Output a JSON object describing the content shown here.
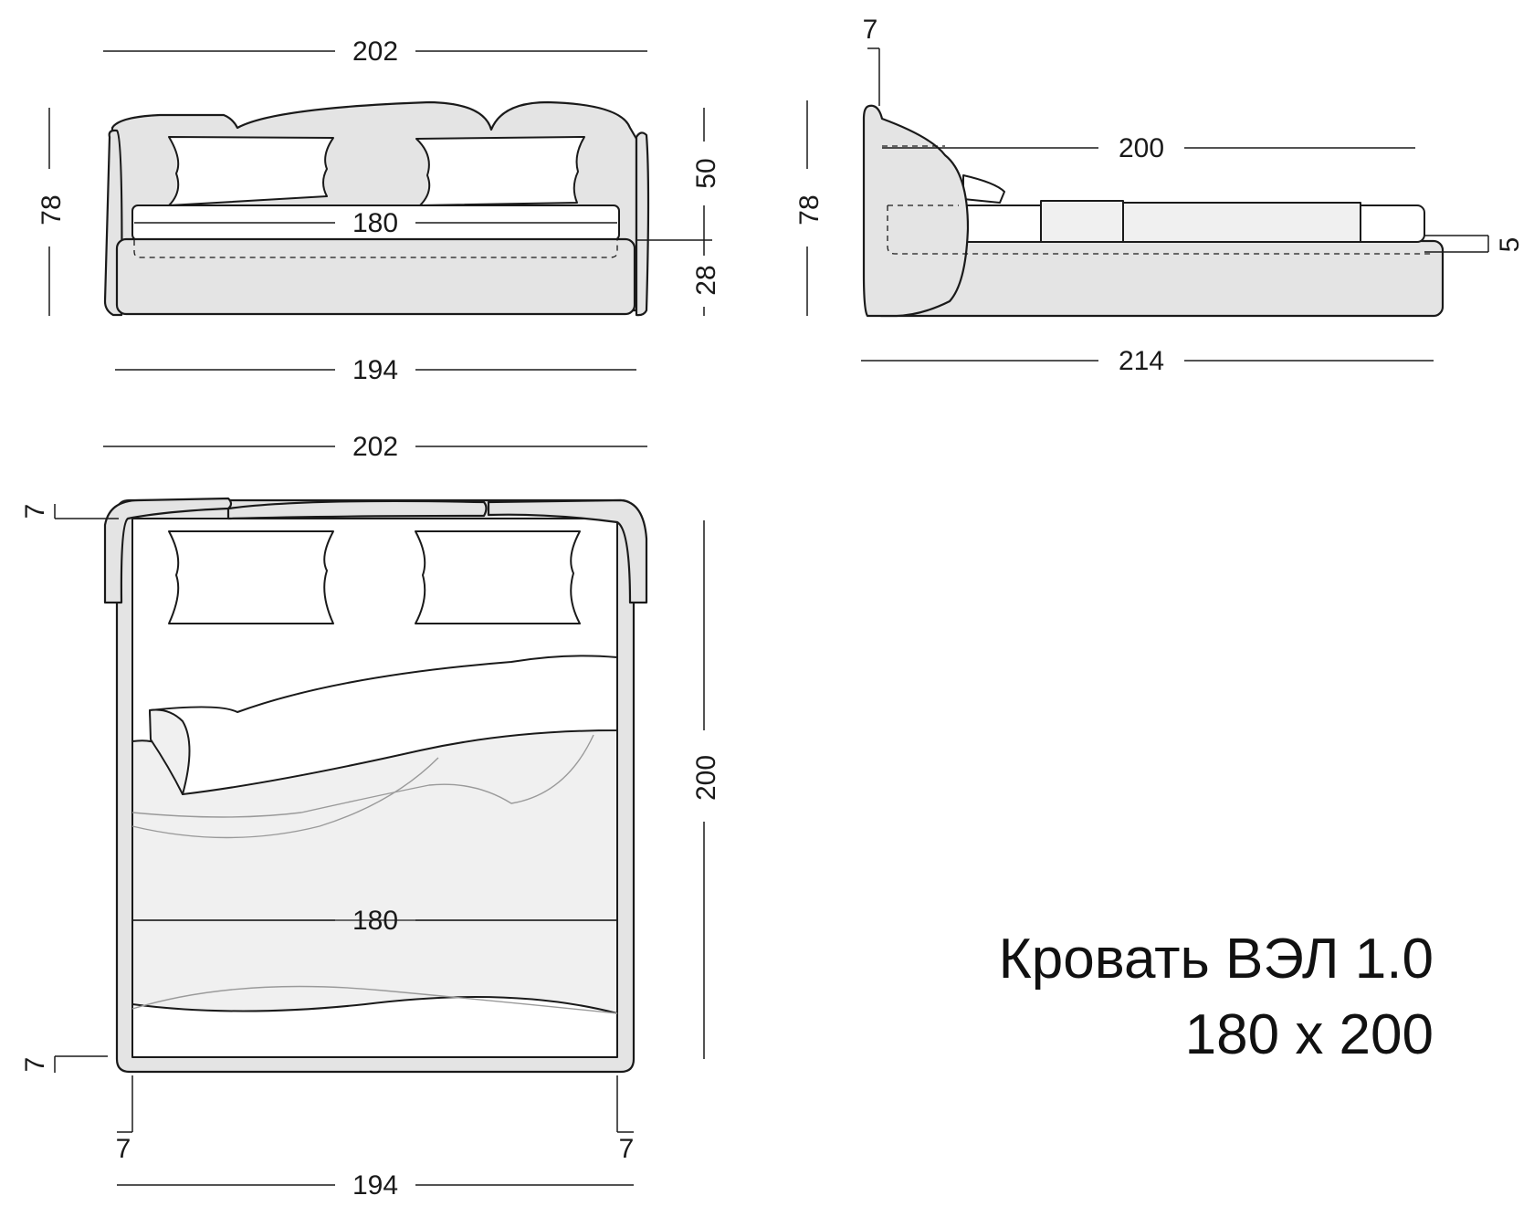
{
  "title": {
    "name": "Кровать ВЭЛ 1.0",
    "size": "180 x 200"
  },
  "front_view": {
    "overall_width": "202",
    "base_width": "194",
    "mattress_width": "180",
    "height": "78",
    "headboard_height": "50",
    "base_height": "28"
  },
  "side_view": {
    "headboard_thickness": "7",
    "mattress_length": "200",
    "height": "78",
    "mattress_offset": "5",
    "overall_length": "214"
  },
  "top_view": {
    "overall_width": "202",
    "headboard_depth": "7",
    "frame_length": "200",
    "mattress_width": "180",
    "foot_offset": "7",
    "left_offset": "7",
    "right_offset": "7",
    "base_width": "194"
  }
}
